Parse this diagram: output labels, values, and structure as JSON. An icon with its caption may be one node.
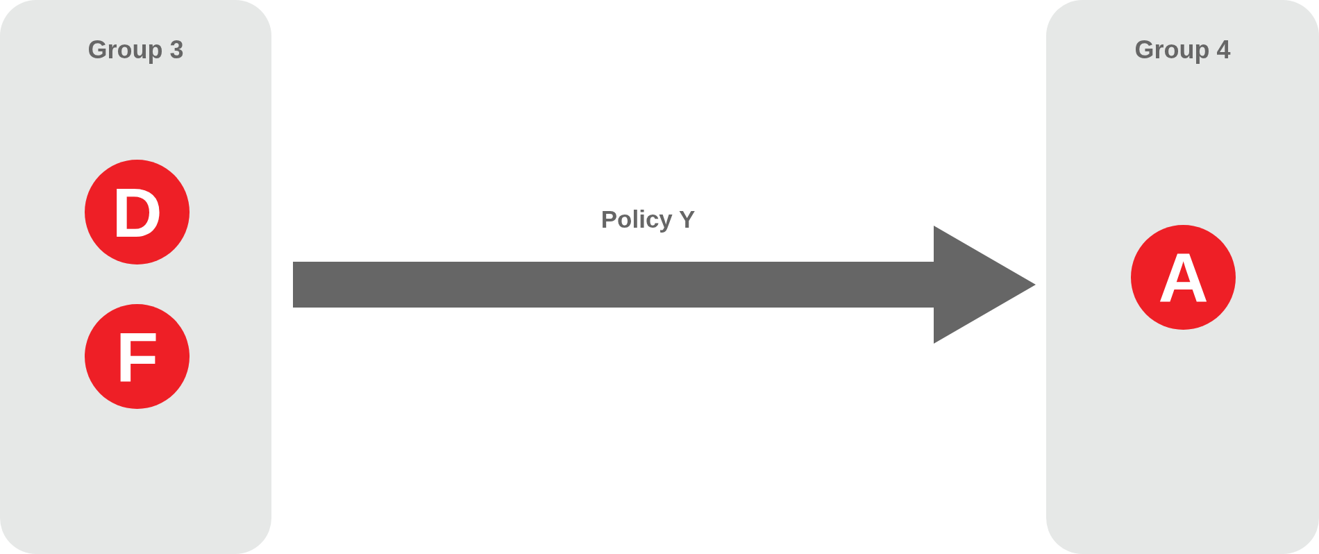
{
  "diagram": {
    "nodes": [
      {
        "text": [
          "Group 3"
        ]
      },
      {
        "text": [
          "D"
        ],
        "in": 0
      },
      {
        "text": [
          "F"
        ],
        "in": 0
      },
      {
        "text": [
          "Group 4"
        ]
      },
      {
        "text": [
          "A"
        ],
        "in": 3
      }
    ],
    "edges": [
      {
        "from": 0,
        "to": 3,
        "arrow": "to",
        "label": "Policy Y",
        "style": "thick"
      }
    ]
  }
}
